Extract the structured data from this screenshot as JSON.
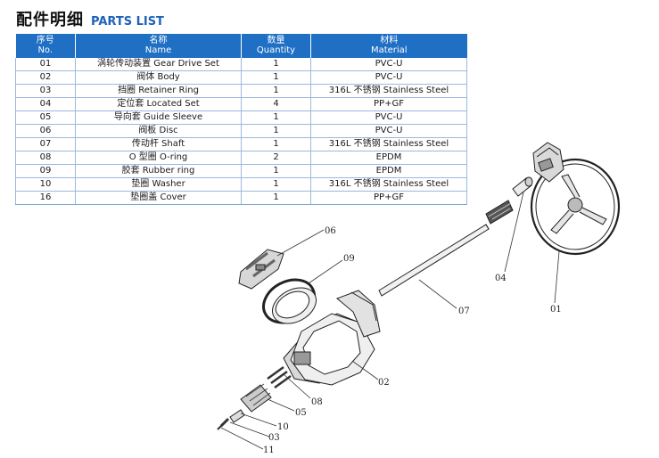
{
  "title": {
    "zh": "配件明细",
    "en": "PARTS LIST"
  },
  "table": {
    "headers": [
      {
        "zh": "序号",
        "en": "No."
      },
      {
        "zh": "名称",
        "en": "Name"
      },
      {
        "zh": "数量",
        "en": "Quantity"
      },
      {
        "zh": "材料",
        "en": "Material"
      }
    ],
    "rows": [
      {
        "no": "01",
        "name": "涡轮传动装置 Gear Drive Set",
        "qty": "1",
        "material": "PVC-U"
      },
      {
        "no": "02",
        "name": "阀体 Body",
        "qty": "1",
        "material": "PVC-U"
      },
      {
        "no": "03",
        "name": "挡圈 Retainer Ring",
        "qty": "1",
        "material": "316L 不锈钢 Stainless Steel"
      },
      {
        "no": "04",
        "name": "定位套 Located Set",
        "qty": "4",
        "material": "PP+GF"
      },
      {
        "no": "05",
        "name": "导向套 Guide Sleeve",
        "qty": "1",
        "material": "PVC-U"
      },
      {
        "no": "06",
        "name": "阀板 Disc",
        "qty": "1",
        "material": "PVC-U"
      },
      {
        "no": "07",
        "name": "传动杆 Shaft",
        "qty": "1",
        "material": "316L 不锈钢 Stainless Steel"
      },
      {
        "no": "08",
        "name": "O 型圈 O-ring",
        "qty": "2",
        "material": "EPDM"
      },
      {
        "no": "09",
        "name": "胶套 Rubber ring",
        "qty": "1",
        "material": "EPDM"
      },
      {
        "no": "10",
        "name": "垫圈 Washer",
        "qty": "1",
        "material": "316L 不锈钢 Stainless Steel"
      },
      {
        "no": "16",
        "name": "垫圈盖 Cover",
        "qty": "1",
        "material": "PP+GF"
      }
    ]
  },
  "diagram": {
    "labels": {
      "l01": "01",
      "l02": "02",
      "l03": "03",
      "l04": "04",
      "l05": "05",
      "l06": "06",
      "l07": "07",
      "l08": "08",
      "l09": "09",
      "l10": "10",
      "l11": "11"
    }
  }
}
